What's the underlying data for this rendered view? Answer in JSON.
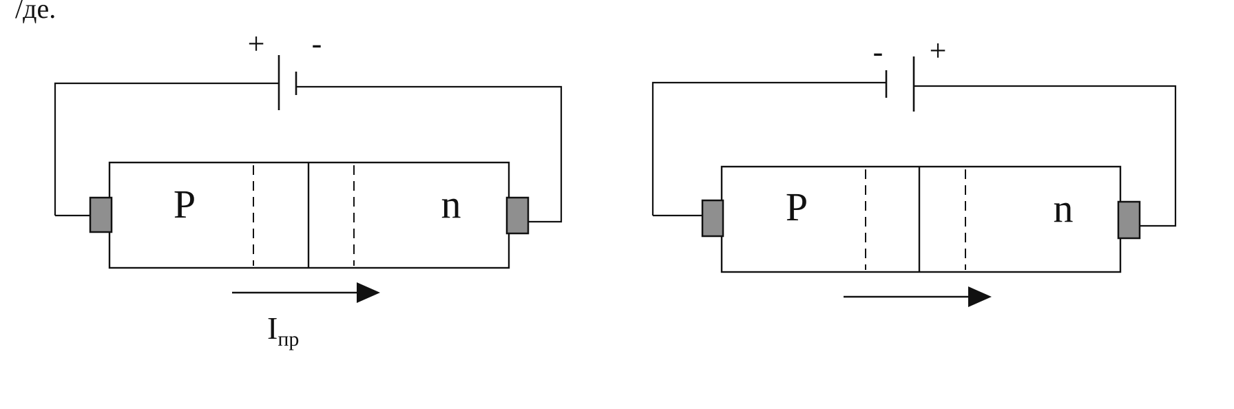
{
  "header": {
    "caption_fragment": "/де."
  },
  "diagrams": [
    {
      "id": "forward-bias",
      "p_label": "P",
      "n_label": "n",
      "left_sign": "+",
      "right_sign": "-",
      "current_label": "I",
      "current_subscript": "пр"
    },
    {
      "id": "reverse-bias",
      "p_label": "P",
      "n_label": "n",
      "left_sign": "-",
      "right_sign": "+"
    }
  ],
  "colors": {
    "line": "#111111",
    "contact_fill": "#8f8f8f",
    "background": "#ffffff"
  }
}
